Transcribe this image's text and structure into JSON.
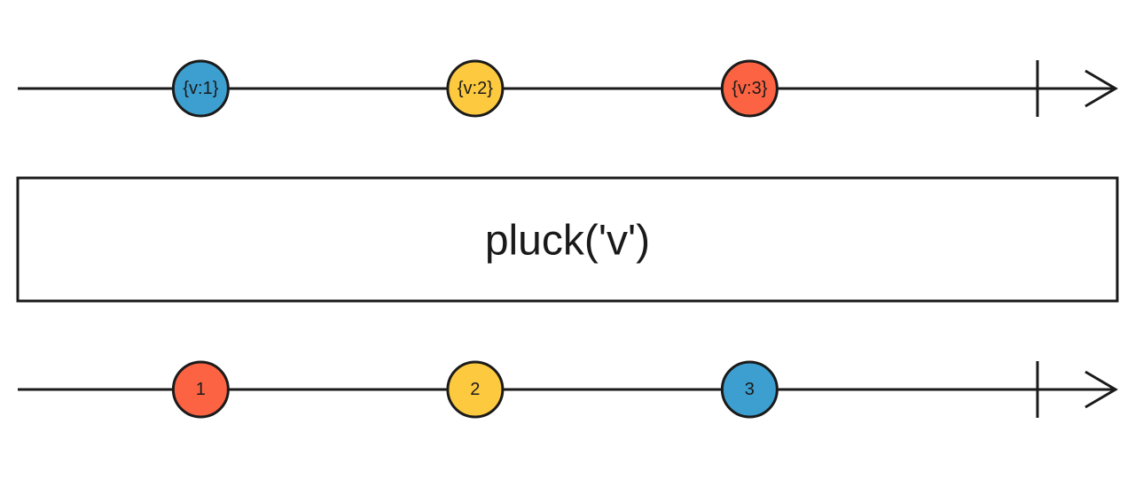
{
  "operator": {
    "label": "pluck('v')"
  },
  "colors": {
    "blue": "#3d9fd0",
    "yellow": "#fdc93f",
    "red": "#fb6342",
    "line": "#1a1a1a",
    "box_fill": "#ffffff"
  },
  "input_stream": {
    "marbles": [
      {
        "label": "{v:1}",
        "color": "blue",
        "position": 0.1667
      },
      {
        "label": "{v:2}",
        "color": "yellow",
        "position": 0.4167
      },
      {
        "label": "{v:3}",
        "color": "red",
        "position": 0.6667
      }
    ],
    "completes": true
  },
  "output_stream": {
    "marbles": [
      {
        "label": "1",
        "color": "red",
        "position": 0.1667
      },
      {
        "label": "2",
        "color": "yellow",
        "position": 0.4167
      },
      {
        "label": "3",
        "color": "blue",
        "position": 0.6667
      }
    ],
    "completes": true
  }
}
